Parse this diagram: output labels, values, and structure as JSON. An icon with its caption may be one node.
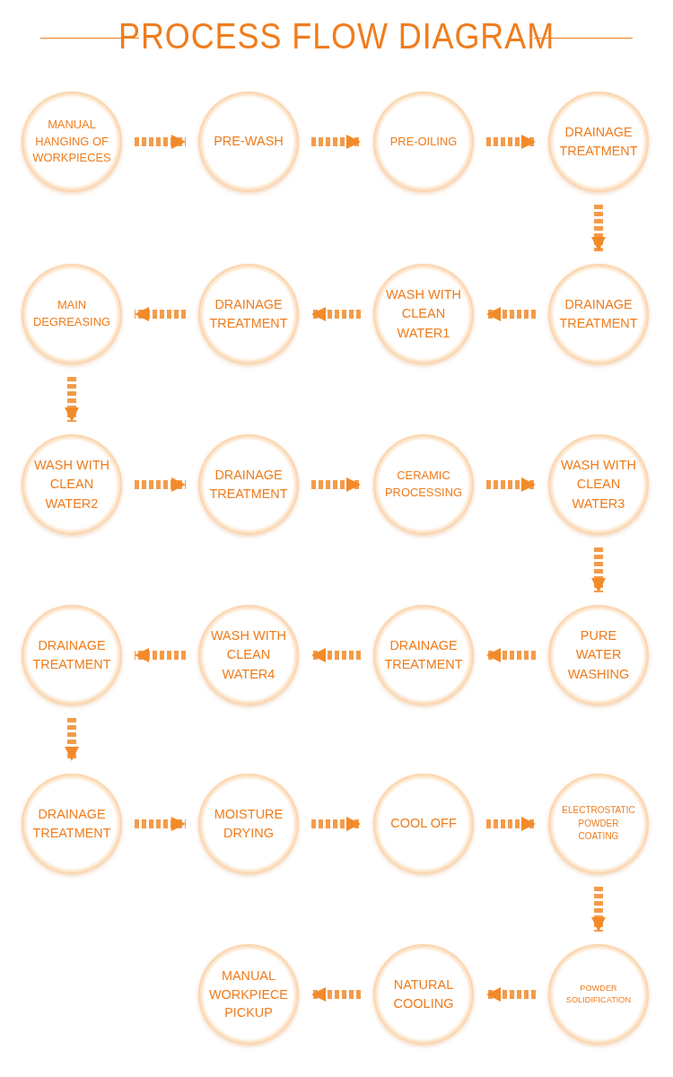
{
  "diagram": {
    "title": "PROCESS FLOW DIAGRAM",
    "nodes": [
      {
        "text": [
          "MANUAL HANGING OF WORKPIECES"
        ]
      },
      {
        "text": [
          "PRE-WASH"
        ]
      },
      {
        "text": [
          "PRE-OILING"
        ]
      },
      {
        "text": [
          "DRAINAGE TREATMENT"
        ]
      },
      {
        "text": [
          "DRAINAGE TREATMENT"
        ]
      },
      {
        "text": [
          "WASH WITH CLEAN WATER1"
        ]
      },
      {
        "text": [
          "DRAINAGE TREATMENT"
        ]
      },
      {
        "text": [
          "MAIN DEGREASING"
        ]
      },
      {
        "text": [
          "WASH WITH CLEAN WATER2"
        ]
      },
      {
        "text": [
          "DRAINAGE TREATMENT"
        ]
      },
      {
        "text": [
          "CERAMIC PROCESSING"
        ]
      },
      {
        "text": [
          "WASH WITH CLEAN WATER3"
        ]
      },
      {
        "text": [
          "PURE WATER WASHING"
        ]
      },
      {
        "text": [
          "DRAINAGE TREATMENT"
        ]
      },
      {
        "text": [
          "WASH WITH CLEAN WATER4"
        ]
      },
      {
        "text": [
          "DRAINAGE TREATMENT"
        ]
      },
      {
        "text": [
          "DRAINAGE TREATMENT"
        ]
      },
      {
        "text": [
          "MOISTURE DRYING"
        ]
      },
      {
        "text": [
          "COOL OFF"
        ]
      },
      {
        "text": [
          "ELECTROSTATIC POWDER COATING"
        ]
      },
      {
        "text": [
          "POWDER SOLIDIFICATION"
        ]
      },
      {
        "text": [
          "NATURAL COOLING"
        ]
      },
      {
        "text": [
          "MANUAL WORKPIECE PICKUP"
        ]
      }
    ],
    "edges": [
      {
        "from": 0,
        "to": 1,
        "arrow": "to"
      },
      {
        "from": 1,
        "to": 2,
        "arrow": "to"
      },
      {
        "from": 2,
        "to": 3,
        "arrow": "to"
      },
      {
        "from": 3,
        "to": 4,
        "arrow": "to"
      },
      {
        "from": 4,
        "to": 5,
        "arrow": "to"
      },
      {
        "from": 5,
        "to": 6,
        "arrow": "to"
      },
      {
        "from": 6,
        "to": 7,
        "arrow": "to"
      },
      {
        "from": 7,
        "to": 8,
        "arrow": "to"
      },
      {
        "from": 8,
        "to": 9,
        "arrow": "to"
      },
      {
        "from": 9,
        "to": 10,
        "arrow": "to"
      },
      {
        "from": 10,
        "to": 11,
        "arrow": "to"
      },
      {
        "from": 11,
        "to": 12,
        "arrow": "to"
      },
      {
        "from": 12,
        "to": 13,
        "arrow": "to"
      },
      {
        "from": 13,
        "to": 14,
        "arrow": "to"
      },
      {
        "from": 14,
        "to": 15,
        "arrow": "to"
      },
      {
        "from": 15,
        "to": 16,
        "arrow": "to"
      },
      {
        "from": 16,
        "to": 17,
        "arrow": "to"
      },
      {
        "from": 17,
        "to": 18,
        "arrow": "to"
      },
      {
        "from": 18,
        "to": 19,
        "arrow": "to"
      },
      {
        "from": 19,
        "to": 20,
        "arrow": "to"
      },
      {
        "from": 20,
        "to": 21,
        "arrow": "to"
      },
      {
        "from": 21,
        "to": 22,
        "arrow": "to"
      }
    ]
  }
}
